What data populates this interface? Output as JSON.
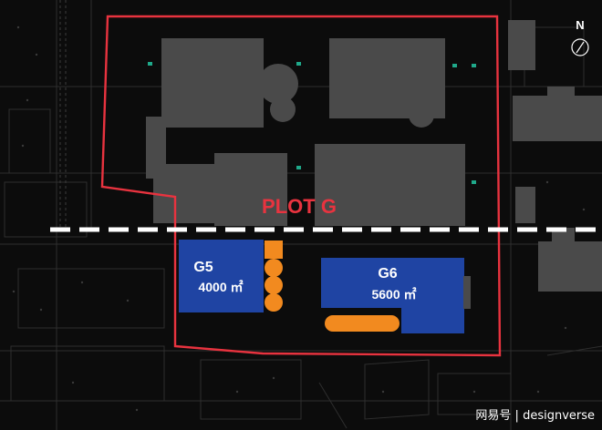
{
  "plot": {
    "label": "PLOT G",
    "outline_color": "#e8333f"
  },
  "blocks": [
    {
      "id": "G5",
      "name": "G5",
      "area": "4000 ㎡",
      "fill": "#1f44a3"
    },
    {
      "id": "G6",
      "name": "G6",
      "area": "5600 ㎡",
      "fill": "#1f44a3"
    }
  ],
  "compass": {
    "label": "N"
  },
  "watermark": {
    "text": "网易号 | designverse"
  },
  "colors": {
    "background": "#0c0c0c",
    "building": "#4a4a4a",
    "linework": "#2f2f2f",
    "divider": "#ffffff",
    "accent_orange": "#f28a1f",
    "marker_green": "#1fa98a"
  }
}
